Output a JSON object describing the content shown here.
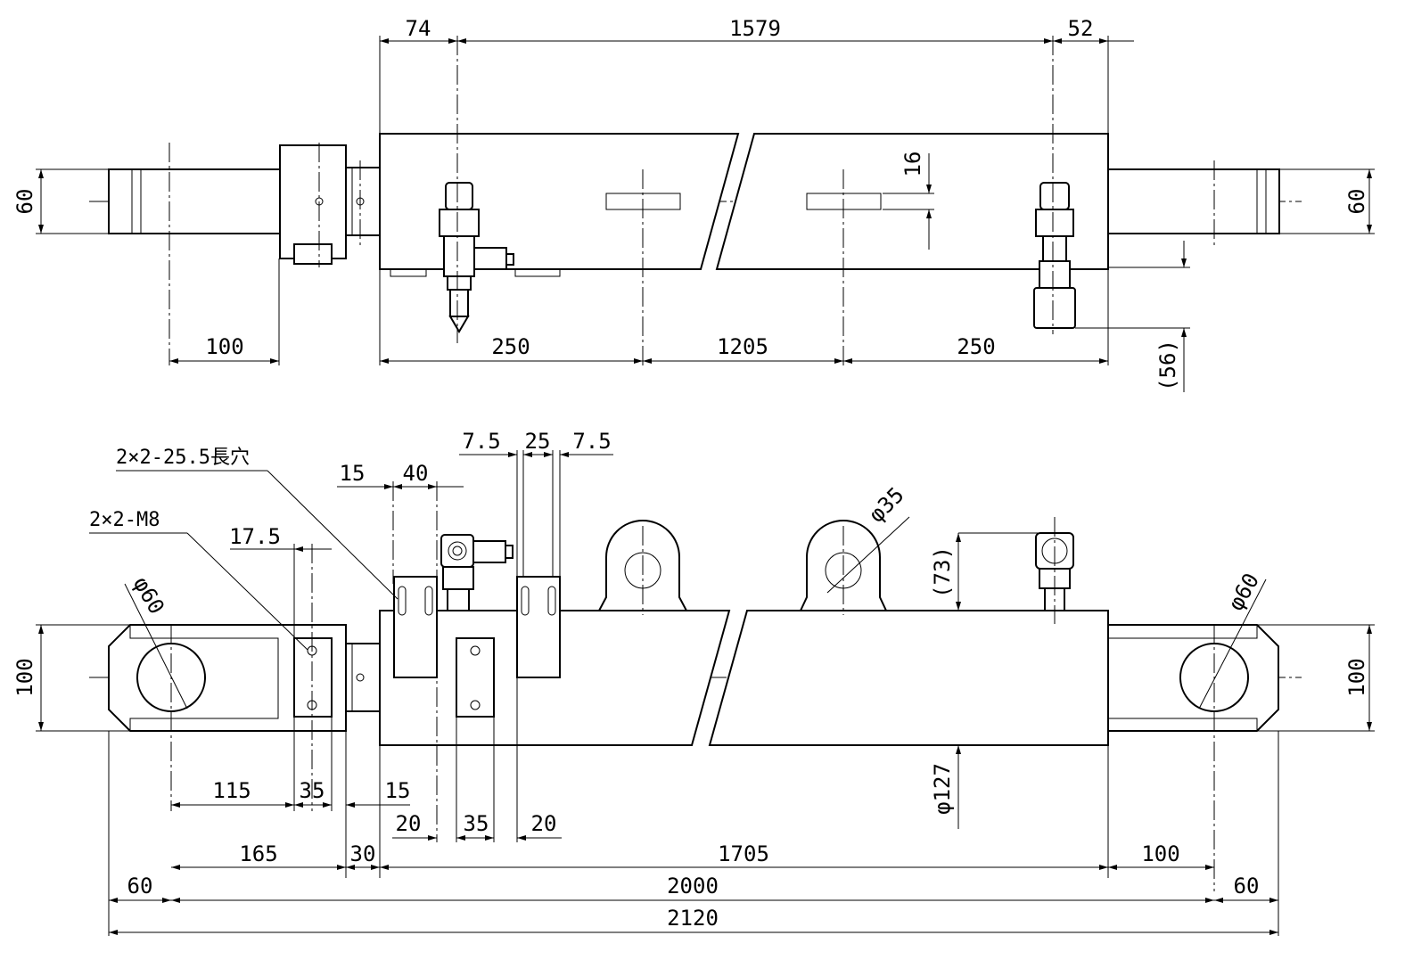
{
  "top_view": {
    "dims": {
      "d74": "74",
      "d1579": "1579",
      "d52": "52",
      "d60_left": "60",
      "d60_right": "60",
      "d16": "16",
      "d100": "100",
      "d250_left": "250",
      "d1205": "1205",
      "d250_right": "250",
      "d56": "(56)"
    }
  },
  "front_view": {
    "notes": {
      "slot_note": "2×2-25.5長穴",
      "tap_note": "2×2-M8"
    },
    "dims": {
      "d7_5_left": "7.5",
      "d25": "25",
      "d7_5_right": "7.5",
      "d15_top": "15",
      "d40": "40",
      "d17_5": "17.5",
      "phi35": "φ35",
      "d73": "(73)",
      "phi60_left": "φ60",
      "phi60_right": "φ60",
      "d100_left": "100",
      "d100_right": "100",
      "d115": "115",
      "d35_a": "35",
      "d15_b": "15",
      "d20_a": "20",
      "d35_b": "35",
      "d20_b": "20",
      "phi127": "φ127",
      "d165": "165",
      "d30": "30",
      "d1705": "1705",
      "d100_b": "100",
      "d60_a": "60",
      "d2000": "2000",
      "d60_b": "60",
      "d2120": "2120"
    }
  }
}
